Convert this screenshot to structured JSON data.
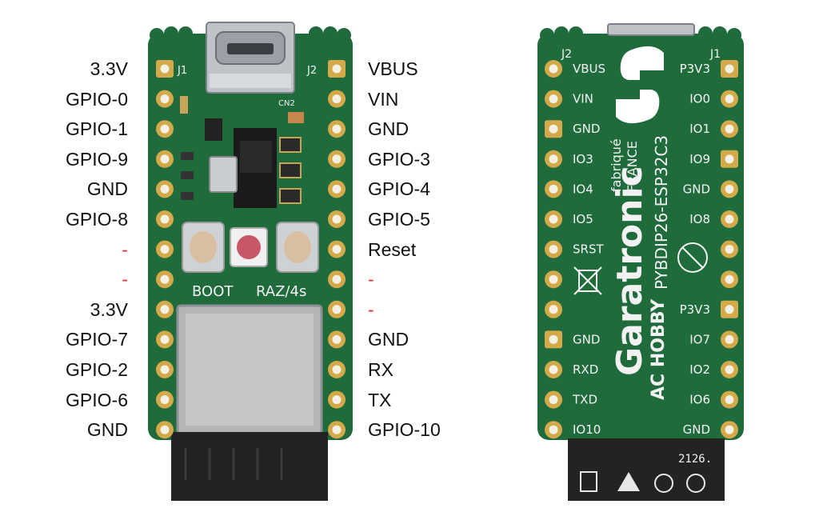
{
  "front": {
    "left_pins": [
      "3.3V",
      "GPIO-0",
      "GPIO-1",
      "GPIO-9",
      "GND",
      "GPIO-8",
      "-",
      "-",
      "3.3V",
      "GPIO-7",
      "GPIO-2",
      "GPIO-6",
      "GND"
    ],
    "right_pins": [
      "VBUS",
      "VIN",
      "GND",
      "GPIO-3",
      "GPIO-4",
      "GPIO-5",
      "Reset",
      "-",
      "-",
      "GND",
      "RX",
      "TX",
      "GPIO-10"
    ],
    "silk": {
      "j1": "J1",
      "j2": "J2",
      "cn2": "CN2",
      "boot": "BOOT",
      "raz": "RAZ/4s"
    }
  },
  "back": {
    "left_silk": [
      "VBUS",
      "VIN",
      "GND",
      "IO3",
      "IO4",
      "IO5",
      "SRST",
      "",
      "",
      "GND",
      "RXD",
      "TXD",
      "IO10"
    ],
    "right_silk": [
      "P3V3",
      "IO0",
      "IO1",
      "IO9",
      "GND",
      "IO8",
      "",
      "",
      "P3V3",
      "IO7",
      "IO2",
      "IO6",
      "GND"
    ],
    "header_left": "J2",
    "header_right": "J1",
    "brand": "Garatronic",
    "model": "PYBDIP26-ESP32C3",
    "fabrique": "fabriqué",
    "france": "FRANCE",
    "hobby": "AC HOBBY",
    "batch": "2126."
  },
  "colors": {
    "pcb": "#1f6b3c",
    "pcb_dark": "#17552f",
    "pad": "#d4a94a",
    "pad_hole": "#f4f0e4",
    "silk": "#f2f2f2",
    "dash": "#e0302a"
  }
}
